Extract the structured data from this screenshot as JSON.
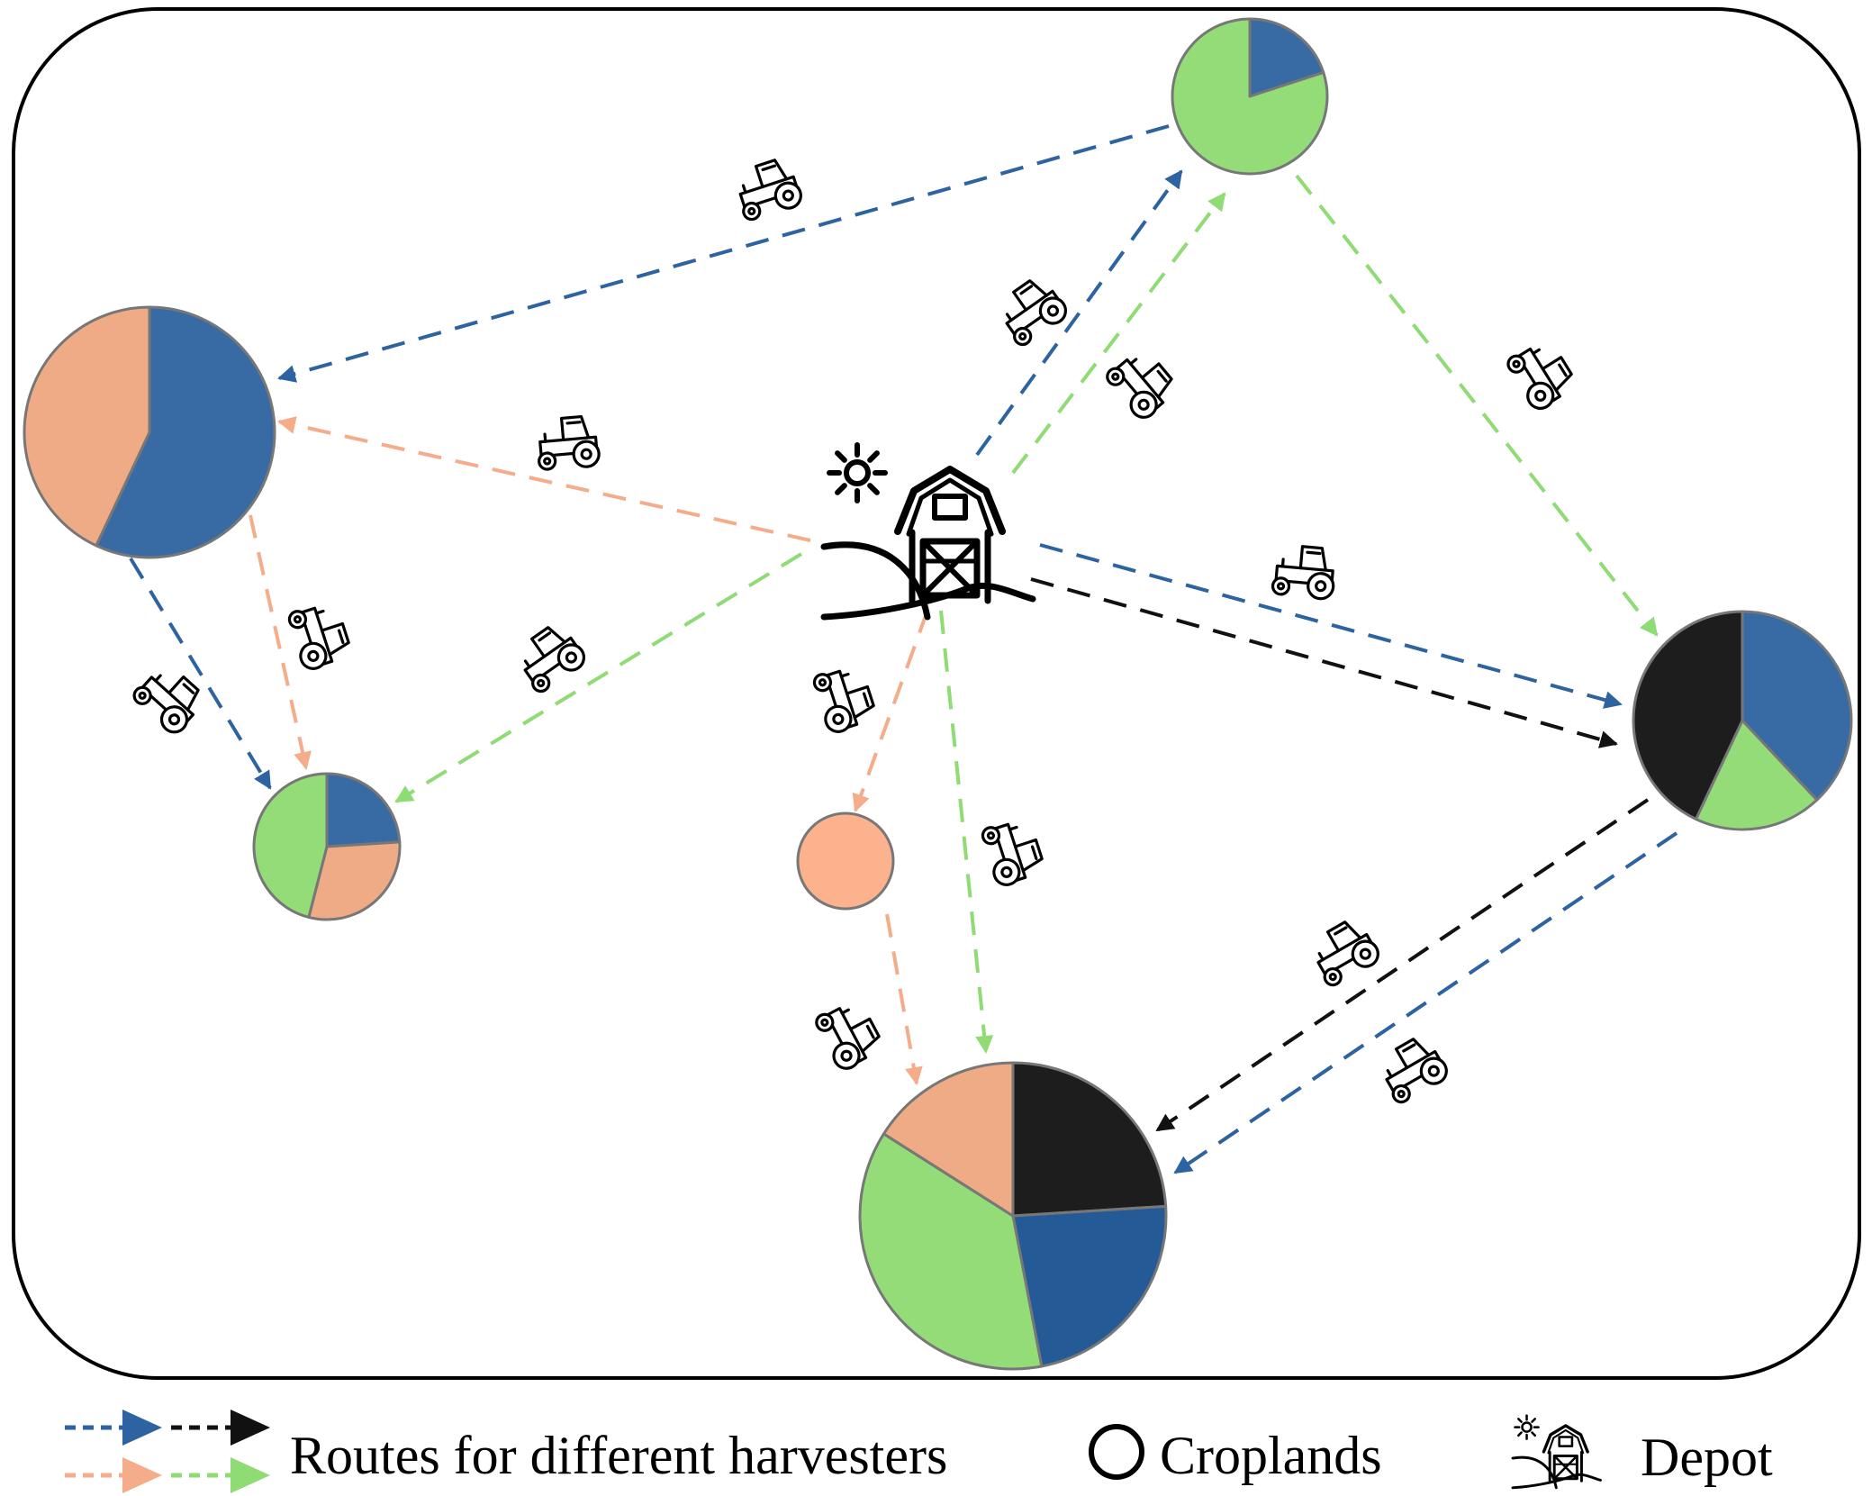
{
  "colors": {
    "blue": "#2d63a0",
    "orange": "#f4ac8a",
    "green": "#8fdb74",
    "black": "#111111",
    "slice_blue": "#386ba4",
    "slice_blue_dark": "#245b97",
    "slice_orange": "#efab86",
    "slice_orange_light": "#fbb28d",
    "slice_green": "#93dc78",
    "slice_black": "#1d1d1d",
    "pie_stroke": "#777777"
  },
  "depot": {
    "icon": "barn-sun-icon"
  },
  "croplands": [
    {
      "id": "north",
      "slices": [
        {
          "color": "slice_blue",
          "share": 0.2
        },
        {
          "color": "slice_green",
          "share": 0.8
        }
      ]
    },
    {
      "id": "west",
      "slices": [
        {
          "color": "slice_blue",
          "share": 0.57
        },
        {
          "color": "slice_orange",
          "share": 0.43
        }
      ]
    },
    {
      "id": "east",
      "slices": [
        {
          "color": "slice_blue",
          "share": 0.38
        },
        {
          "color": "slice_green",
          "share": 0.19
        },
        {
          "color": "slice_black",
          "share": 0.43
        }
      ]
    },
    {
      "id": "southwest",
      "slices": [
        {
          "color": "slice_blue",
          "share": 0.24
        },
        {
          "color": "slice_orange",
          "share": 0.3
        },
        {
          "color": "slice_green",
          "share": 0.46
        }
      ]
    },
    {
      "id": "small",
      "slices": [
        {
          "color": "slice_orange_light",
          "share": 1.0
        }
      ]
    },
    {
      "id": "south",
      "slices": [
        {
          "color": "slice_black",
          "share": 0.24
        },
        {
          "color": "slice_blue_dark",
          "share": 0.23
        },
        {
          "color": "slice_green",
          "share": 0.37
        },
        {
          "color": "slice_orange",
          "share": 0.16
        }
      ]
    }
  ],
  "routes": [
    {
      "color": "blue",
      "from": "north",
      "to": "west"
    },
    {
      "color": "blue",
      "from": "depot",
      "to": "north"
    },
    {
      "color": "green",
      "from": "depot",
      "to": "north"
    },
    {
      "color": "green",
      "from": "north",
      "to": "east"
    },
    {
      "color": "orange",
      "from": "depot",
      "to": "west"
    },
    {
      "color": "blue",
      "from": "west",
      "to": "southwest"
    },
    {
      "color": "orange",
      "from": "west",
      "to": "southwest"
    },
    {
      "color": "green",
      "from": "depot",
      "to": "southwest"
    },
    {
      "color": "blue",
      "from": "depot",
      "to": "east"
    },
    {
      "color": "black",
      "from": "depot",
      "to": "east"
    },
    {
      "color": "orange",
      "from": "depot",
      "to": "small"
    },
    {
      "color": "green",
      "from": "depot",
      "to": "south"
    },
    {
      "color": "orange",
      "from": "small",
      "to": "south"
    },
    {
      "color": "black",
      "from": "east",
      "to": "south"
    },
    {
      "color": "blue",
      "from": "east",
      "to": "south"
    }
  ],
  "harvester_icon": "tractor-icon",
  "legend": {
    "routes_label": "Routes for different harvesters",
    "croplands_label": "Croplands",
    "depot_label": "Depot",
    "route_colors": [
      "blue",
      "black",
      "orange",
      "green"
    ]
  }
}
